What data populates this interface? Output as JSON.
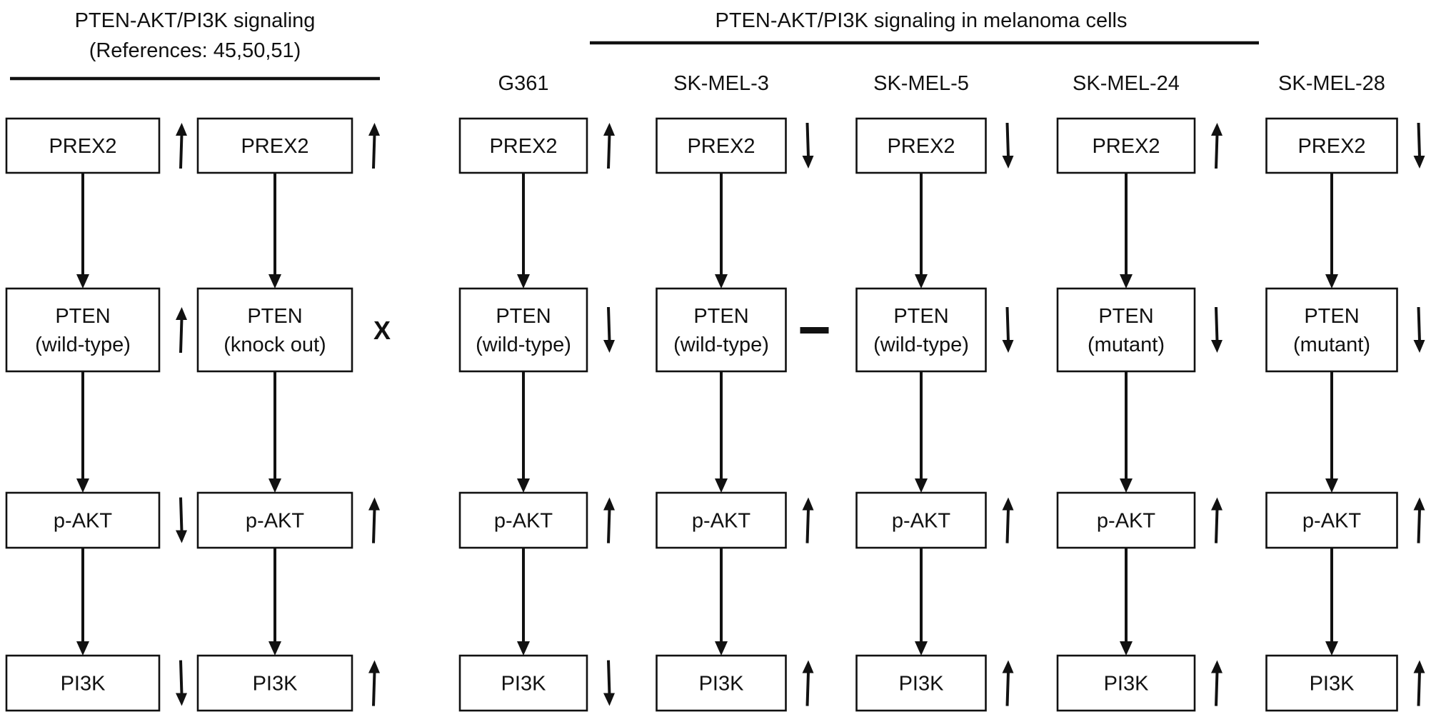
{
  "left_title": {
    "line1": "PTEN-AKT/PI3K signaling",
    "line2": "(References: 45,50,51)"
  },
  "right_title": "PTEN-AKT/PI3K signaling in melanoma cells",
  "columns": [
    {
      "header": "",
      "nodes": [
        {
          "lines": [
            "PREX2"
          ],
          "indicator": "up"
        },
        {
          "lines": [
            "PTEN",
            "(wild-type)"
          ],
          "indicator": "up"
        },
        {
          "lines": [
            "p-AKT"
          ],
          "indicator": "down"
        },
        {
          "lines": [
            "PI3K"
          ],
          "indicator": "down"
        }
      ]
    },
    {
      "header": "",
      "nodes": [
        {
          "lines": [
            "PREX2"
          ],
          "indicator": "up"
        },
        {
          "lines": [
            "PTEN",
            "(knock out)"
          ],
          "indicator": "x"
        },
        {
          "lines": [
            "p-AKT"
          ],
          "indicator": "up"
        },
        {
          "lines": [
            "PI3K"
          ],
          "indicator": "up"
        }
      ]
    },
    {
      "header": "G361",
      "nodes": [
        {
          "lines": [
            "PREX2"
          ],
          "indicator": "up"
        },
        {
          "lines": [
            "PTEN",
            "(wild-type)"
          ],
          "indicator": "down"
        },
        {
          "lines": [
            "p-AKT"
          ],
          "indicator": "up"
        },
        {
          "lines": [
            "PI3K"
          ],
          "indicator": "down"
        }
      ]
    },
    {
      "header": "SK-MEL-3",
      "nodes": [
        {
          "lines": [
            "PREX2"
          ],
          "indicator": "down"
        },
        {
          "lines": [
            "PTEN",
            "(wild-type)"
          ],
          "indicator": "dash"
        },
        {
          "lines": [
            "p-AKT"
          ],
          "indicator": "up"
        },
        {
          "lines": [
            "PI3K"
          ],
          "indicator": "up"
        }
      ]
    },
    {
      "header": "SK-MEL-5",
      "nodes": [
        {
          "lines": [
            "PREX2"
          ],
          "indicator": "down"
        },
        {
          "lines": [
            "PTEN",
            "(wild-type)"
          ],
          "indicator": "down"
        },
        {
          "lines": [
            "p-AKT"
          ],
          "indicator": "up"
        },
        {
          "lines": [
            "PI3K"
          ],
          "indicator": "up"
        }
      ]
    },
    {
      "header": "SK-MEL-24",
      "nodes": [
        {
          "lines": [
            "PREX2"
          ],
          "indicator": "up"
        },
        {
          "lines": [
            "PTEN",
            "(mutant)"
          ],
          "indicator": "down"
        },
        {
          "lines": [
            "p-AKT"
          ],
          "indicator": "up"
        },
        {
          "lines": [
            "PI3K"
          ],
          "indicator": "up"
        }
      ]
    },
    {
      "header": "SK-MEL-28",
      "nodes": [
        {
          "lines": [
            "PREX2"
          ],
          "indicator": "down"
        },
        {
          "lines": [
            "PTEN",
            "(mutant)"
          ],
          "indicator": "down"
        },
        {
          "lines": [
            "p-AKT"
          ],
          "indicator": "up"
        },
        {
          "lines": [
            "PI3K"
          ],
          "indicator": "up"
        }
      ]
    }
  ],
  "indicator_symbols": {
    "up": "up-arrow-icon",
    "down": "down-arrow-icon",
    "x": "X",
    "dash": "dash-icon"
  }
}
